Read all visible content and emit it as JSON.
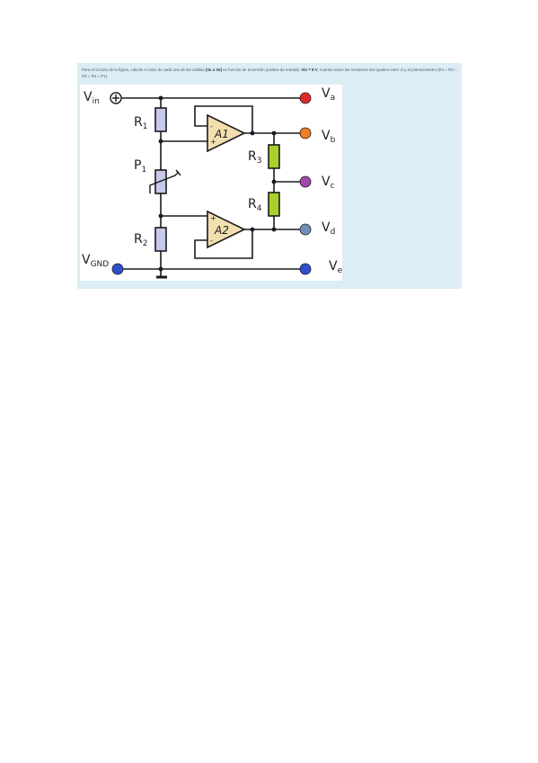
{
  "problem": {
    "text_before_outputs": "Para el circuito de la figura, calcule el valor de cada una de las salidas ",
    "outputs_range": "(Va a Ve)",
    "text_middle": "  en función de la tensión positiva de entrada, ",
    "vin_condition": "Vin = 8 V",
    "text_after": ", cuando todos los resistores son iguales entre sí y al potenciómetro (R1 = R2 = R3 = R4 = P1)."
  },
  "figure": {
    "vin": {
      "main": "V",
      "sub": "in"
    },
    "vgnd": {
      "main": "V",
      "sub": "GND"
    },
    "r1": {
      "main": "R",
      "sub": "1"
    },
    "p1": {
      "main": "P",
      "sub": "1"
    },
    "r2": {
      "main": "R",
      "sub": "2"
    },
    "r3": {
      "main": "R",
      "sub": "3"
    },
    "r4": {
      "main": "R",
      "sub": "4"
    },
    "amp1": "A1",
    "amp2": "A2",
    "va": {
      "main": "V",
      "sub": "a"
    },
    "vb": {
      "main": "V",
      "sub": "b"
    },
    "vc": {
      "main": "V",
      "sub": "c"
    },
    "vd": {
      "main": "V",
      "sub": "d"
    },
    "ve": {
      "main": "V",
      "sub": "e"
    },
    "amp1_inverting_sign": "-",
    "amp1_noninverting_sign": "+",
    "amp2_inverting_sign": "-",
    "amp2_noninverting_sign": "+"
  },
  "colors": {
    "panel_bg": "#dcedf5",
    "va_terminal": "#e02a2a",
    "vb_terminal": "#ef7f22",
    "vc_terminal": "#a04aa8",
    "vd_terminal": "#6f8fbb",
    "ve_terminal": "#2f4fd1",
    "vgnd_terminal": "#2f4fd1",
    "resistor_lilac": "#c7c9e8",
    "resistor_green": "#a6d12a",
    "opamp_fill": "#f2dfb0"
  }
}
